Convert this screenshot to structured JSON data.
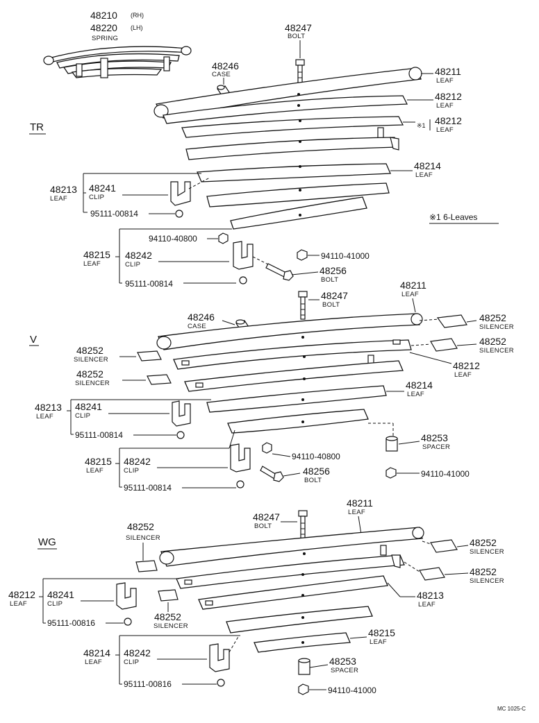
{
  "header": {
    "spring_rh_num": "48210",
    "rh": "(RH)",
    "spring_lh_num": "48220",
    "lh": "(LH)",
    "spring_name": "SPRING"
  },
  "sections": {
    "tr": "TR",
    "v": "V",
    "wg": "WG"
  },
  "note": "※1 6-Leaves",
  "footer": "MC 1025-C",
  "tr": {
    "bolt_48247": {
      "num": "48247",
      "name": "BOLT"
    },
    "case_48246": {
      "num": "48246",
      "name": "CASE"
    },
    "leaf_48211": {
      "num": "48211",
      "name": "LEAF"
    },
    "leaf_48212a": {
      "num": "48212",
      "name": "LEAF"
    },
    "leaf_48212b": {
      "num": "48212",
      "name": "LEAF",
      "mark": "※1"
    },
    "leaf_48214": {
      "num": "48214",
      "name": "LEAF"
    },
    "leaf_48213": {
      "num": "48213",
      "name": "LEAF"
    },
    "clip_48241": {
      "num": "48241",
      "name": "CLIP"
    },
    "rivet_a": "95111-00814",
    "nut_94110_40800": "94110-40800",
    "nut_94110_41000": "94110-41000",
    "leaf_48215": {
      "num": "48215",
      "name": "LEAF"
    },
    "clip_48242": {
      "num": "48242",
      "name": "CLIP"
    },
    "bolt_48256": {
      "num": "48256",
      "name": "BOLT"
    },
    "rivet_b": "95111-00814"
  },
  "v": {
    "bolt_48247": {
      "num": "48247",
      "name": "BOLT"
    },
    "leaf_48211": {
      "num": "48211",
      "name": "LEAF"
    },
    "case_48246": {
      "num": "48246",
      "name": "CASE"
    },
    "silencer_r1": {
      "num": "48252",
      "name": "SILENCER"
    },
    "silencer_r2": {
      "num": "48252",
      "name": "SILENCER"
    },
    "silencer_l1": {
      "num": "48252",
      "name": "SILENCER"
    },
    "silencer_l2": {
      "num": "48252",
      "name": "SILENCER"
    },
    "leaf_48212": {
      "num": "48212",
      "name": "LEAF"
    },
    "leaf_48214": {
      "num": "48214",
      "name": "LEAF"
    },
    "leaf_48213": {
      "num": "48213",
      "name": "LEAF"
    },
    "clip_48241": {
      "num": "48241",
      "name": "CLIP"
    },
    "rivet_a": "95111-00814",
    "spacer_48253": {
      "num": "48253",
      "name": "SPACER"
    },
    "leaf_48215": {
      "num": "48215",
      "name": "LEAF"
    },
    "clip_48242": {
      "num": "48242",
      "name": "CLIP"
    },
    "nut_94110_40800": "94110-40800",
    "bolt_48256": {
      "num": "48256",
      "name": "BOLT"
    },
    "nut_94110_41000": "94110-41000",
    "rivet_b": "95111-00814"
  },
  "wg": {
    "leaf_48211": {
      "num": "48211",
      "name": "LEAF"
    },
    "bolt_48247": {
      "num": "48247",
      "name": "BOLT"
    },
    "silencer_top": {
      "num": "48252",
      "name": "SILENCER"
    },
    "silencer_r1": {
      "num": "48252",
      "name": "SILENCER"
    },
    "silencer_r2": {
      "num": "48252",
      "name": "SILENCER"
    },
    "silencer_mid": {
      "num": "48252",
      "name": "SILENCER"
    },
    "leaf_48212": {
      "num": "48212",
      "name": "LEAF"
    },
    "clip_48241": {
      "num": "48241",
      "name": "CLIP"
    },
    "rivet_a": "95111-00816",
    "leaf_48213": {
      "num": "48213",
      "name": "LEAF"
    },
    "leaf_48215": {
      "num": "48215",
      "name": "LEAF"
    },
    "leaf_48214": {
      "num": "48214",
      "name": "LEAF"
    },
    "clip_48242": {
      "num": "48242",
      "name": "CLIP"
    },
    "spacer_48253": {
      "num": "48253",
      "name": "SPACER"
    },
    "rivet_b": "95111-00816",
    "nut_94110_41000": "94110-41000"
  }
}
